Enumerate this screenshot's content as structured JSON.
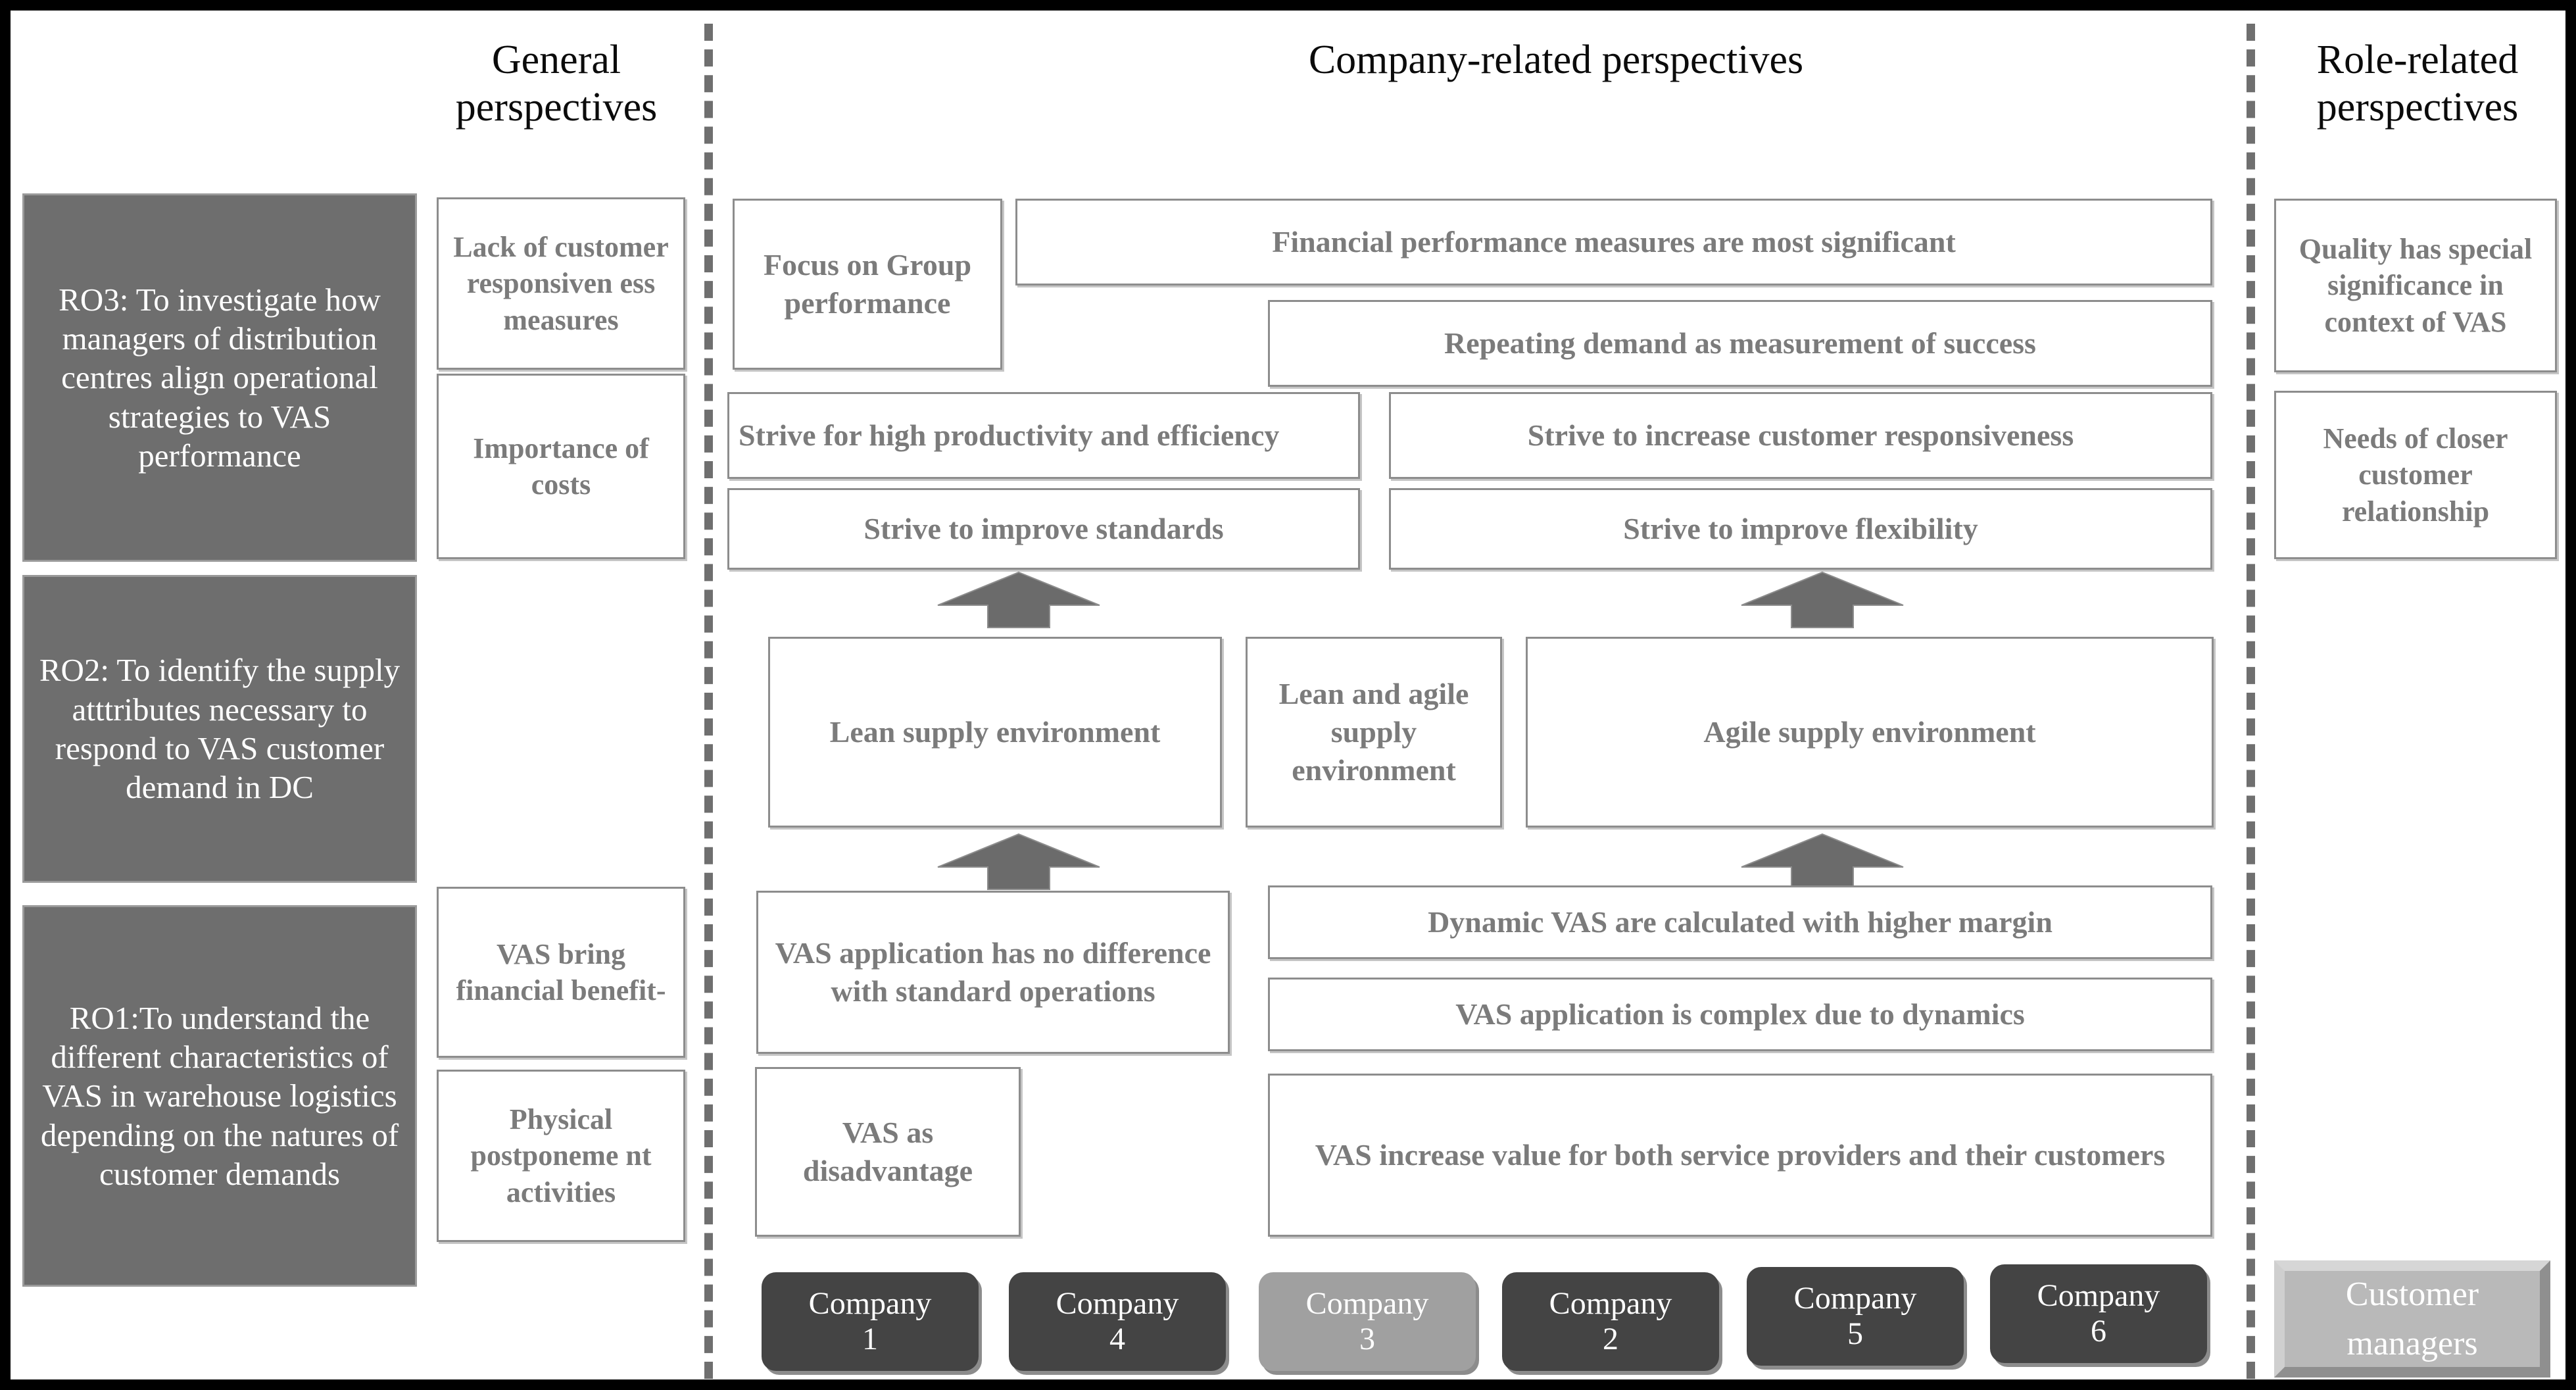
{
  "headers": {
    "general": "General\nperspectives",
    "company": "Company-related\nperspectives",
    "role": "Role-related\nperspectives"
  },
  "research_objectives": [
    {
      "id": "ro3",
      "text": "RO3: To investigate how managers of distribution centres align operational strategies to VAS performance"
    },
    {
      "id": "ro2",
      "text": "RO2: To identify the supply atttributes necessary to respond to VAS customer demand in DC"
    },
    {
      "id": "ro1",
      "text": "RO1:To understand the different characteristics of VAS in warehouse logistics depending on the natures of customer demands"
    }
  ],
  "general_perspectives": [
    {
      "id": "lack-of-customer-responsiveness-measures",
      "text": "Lack of customer responsiven ess measures"
    },
    {
      "id": "importance-of-costs",
      "text": "Importance of costs"
    },
    {
      "id": "vas-bring-financial-benefit",
      "text": "VAS bring financial benefit-"
    },
    {
      "id": "physical-postponement-activities",
      "text": "Physical postponeme nt activities"
    }
  ],
  "company_perspectives": [
    {
      "id": "focus-on-group-performance",
      "text": "Focus on Group performance"
    },
    {
      "id": "financial-performance-measures",
      "text": "Financial performance measures are most significant"
    },
    {
      "id": "repeating-demand-measurement",
      "text": "Repeating demand as measurement of success"
    },
    {
      "id": "strive-high-productivity",
      "text": "Strive for high productivity and efficiency"
    },
    {
      "id": "strive-increase-customer-responsiveness",
      "text": "Strive to increase customer responsiveness"
    },
    {
      "id": "strive-improve-standards",
      "text": "Strive to improve standards"
    },
    {
      "id": "strive-improve-flexibility",
      "text": "Strive to improve flexibility"
    },
    {
      "id": "lean-supply-environment",
      "text": "Lean supply environment"
    },
    {
      "id": "lean-and-agile-supply-environment",
      "text": "Lean and agile supply environment"
    },
    {
      "id": "agile-supply-environment",
      "text": "Agile supply environment"
    },
    {
      "id": "vas-no-difference-standard-operations",
      "text": "VAS application has no difference with standard operations"
    },
    {
      "id": "dynamic-vas-higher-margin",
      "text": "Dynamic VAS are calculated with higher margin"
    },
    {
      "id": "vas-complex-due-to-dynamics",
      "text": "VAS application is complex due to dynamics"
    },
    {
      "id": "vas-as-disadvantage",
      "text": "VAS as disadvantage"
    },
    {
      "id": "vas-increase-value-both",
      "text": "VAS increase value for both service providers and their customers"
    }
  ],
  "role_perspectives": [
    {
      "id": "quality-special-significance",
      "text": "Quality has special significance in context of VAS"
    },
    {
      "id": "needs-closer-customer-relationship",
      "text": "Needs of closer customer relationship"
    }
  ],
  "companies": [
    {
      "id": "company-1",
      "name": "Company",
      "number": "1",
      "shade": "dark"
    },
    {
      "id": "company-4",
      "name": "Company",
      "number": "4",
      "shade": "dark"
    },
    {
      "id": "company-3",
      "name": "Company",
      "number": "3",
      "shade": "light"
    },
    {
      "id": "company-2",
      "name": "Company",
      "number": "2",
      "shade": "dark"
    },
    {
      "id": "company-5",
      "name": "Company",
      "number": "5",
      "shade": "dark"
    },
    {
      "id": "company-6",
      "name": "Company",
      "number": "6",
      "shade": "dark"
    }
  ],
  "customer_managers": {
    "text": "Customer managers"
  },
  "colors": {
    "ro_fill": "#6e6e6e",
    "box_text": "#7b7b7b",
    "box_border": "#8d8d8d",
    "arrow_fill": "#6b6b6b",
    "chip_dark": "#444444",
    "chip_light": "#a0a0a0",
    "divider": "#6f6f6f",
    "frame": "#000000"
  }
}
